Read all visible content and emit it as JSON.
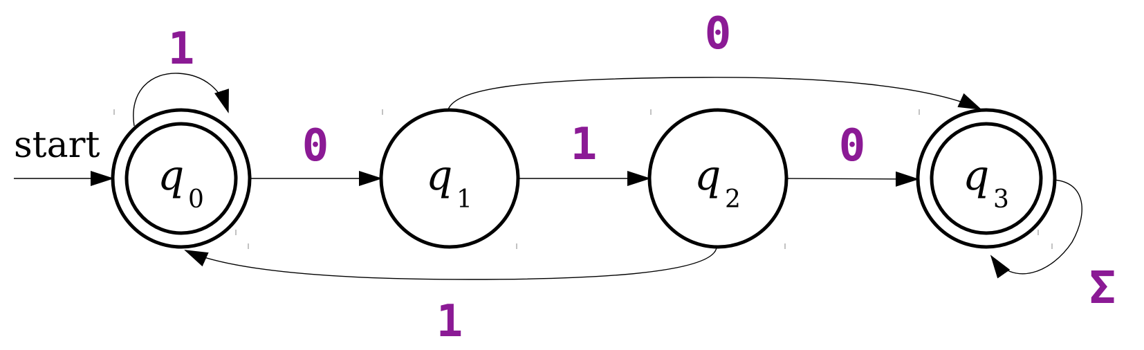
{
  "colors": {
    "label": "#8b1a95",
    "stroke": "#000000",
    "background": "#ffffff"
  },
  "start_label": "start",
  "states": [
    {
      "id": "q0",
      "name": "q",
      "sub": "0",
      "accepting": true
    },
    {
      "id": "q1",
      "name": "q",
      "sub": "1",
      "accepting": false
    },
    {
      "id": "q2",
      "name": "q",
      "sub": "2",
      "accepting": false
    },
    {
      "id": "q3",
      "name": "q",
      "sub": "3",
      "accepting": true
    }
  ],
  "transitions": [
    {
      "id": "q0-q0",
      "from": "q0",
      "to": "q0",
      "label": "1"
    },
    {
      "id": "q0-q1",
      "from": "q0",
      "to": "q1",
      "label": "0"
    },
    {
      "id": "q1-q2",
      "from": "q1",
      "to": "q2",
      "label": "1"
    },
    {
      "id": "q2-q3",
      "from": "q2",
      "to": "q3",
      "label": "0"
    },
    {
      "id": "q1-q3",
      "from": "q1",
      "to": "q3",
      "label": "0"
    },
    {
      "id": "q2-q0",
      "from": "q2",
      "to": "q0",
      "label": "1"
    },
    {
      "id": "q3-q3",
      "from": "q3",
      "to": "q3",
      "label": "Σ"
    }
  ]
}
